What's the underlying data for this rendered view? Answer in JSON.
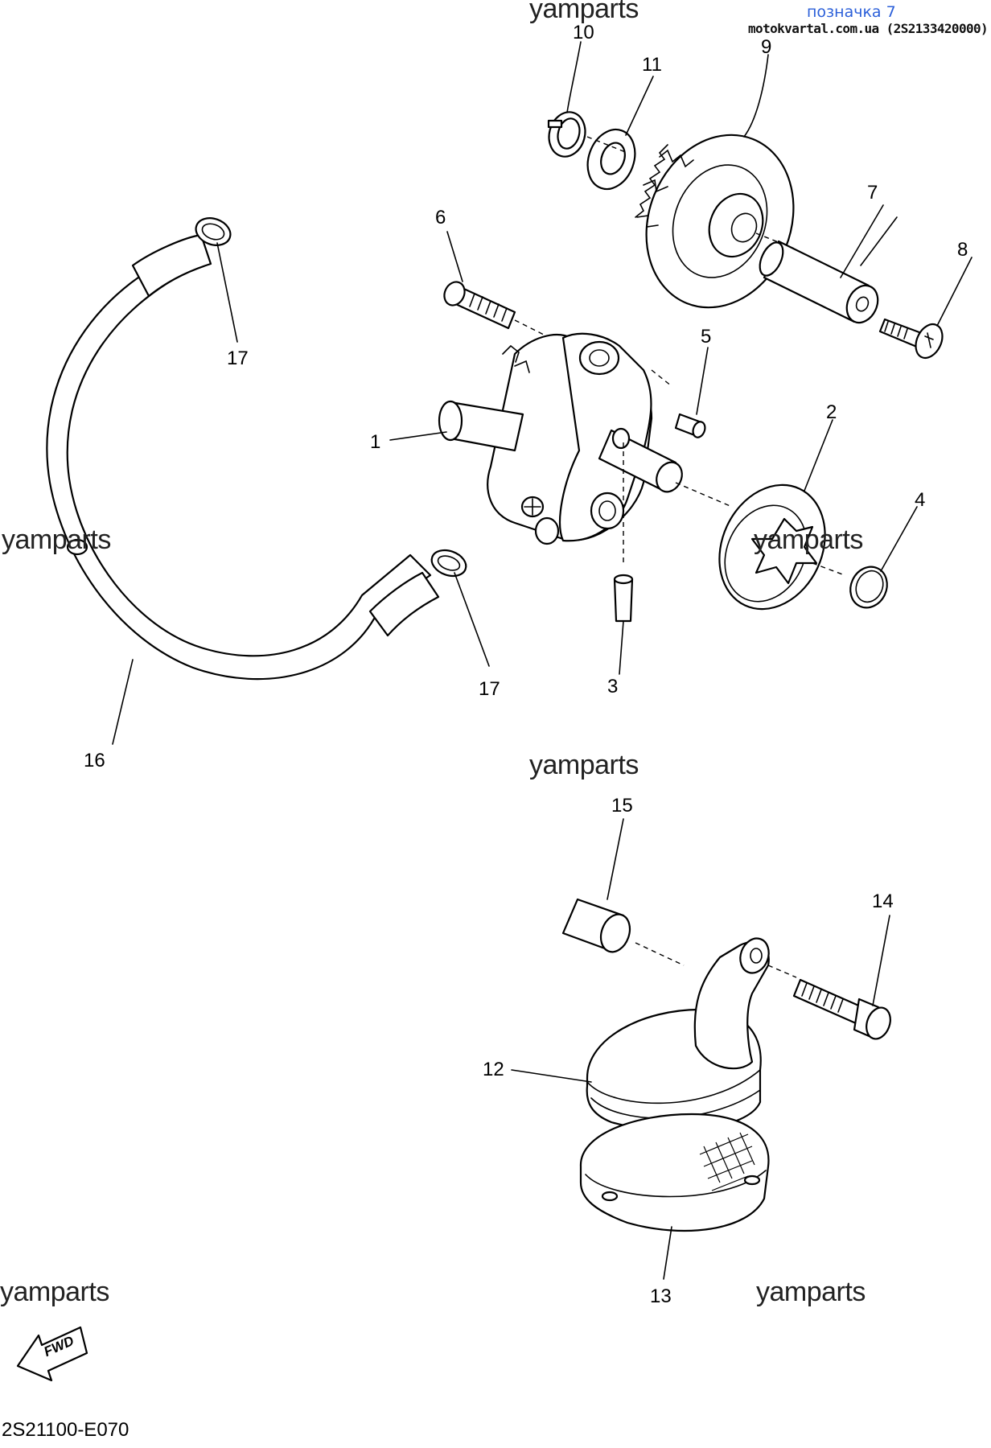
{
  "header": {
    "mark": "позначка 7",
    "source": "motokvartal.com.ua (2S2133420000)"
  },
  "watermarks": [
    "yamparts",
    "yamparts",
    "yamparts",
    "yamparts",
    "yamparts",
    "yamparts"
  ],
  "diagram_code": "2S21100-E070",
  "fwd_label": "FWD",
  "callouts": {
    "c1": "1",
    "c2": "2",
    "c3": "3",
    "c4": "4",
    "c5": "5",
    "c6": "6",
    "c7": "7",
    "c8": "8",
    "c9": "9",
    "c10": "10",
    "c11": "11",
    "c12": "12",
    "c13": "13",
    "c14": "14",
    "c15": "15",
    "c16": "16",
    "c17a": "17",
    "c17b": "17"
  }
}
